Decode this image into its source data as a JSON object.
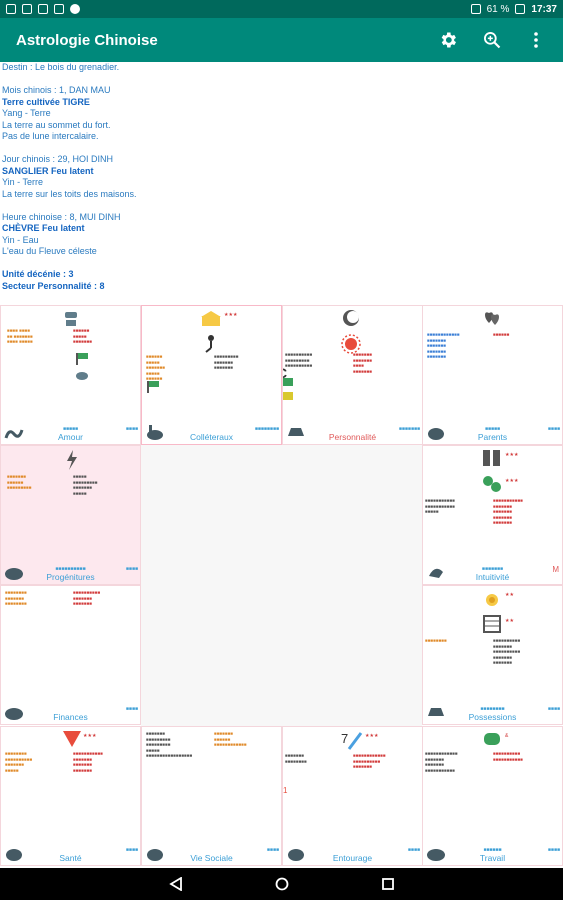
{
  "status_bar": {
    "battery": "61 %",
    "time": "17:37"
  },
  "app": {
    "title": "Astrologie Chinoise"
  },
  "icons": {
    "settings": "gear-icon",
    "zoom": "zoom-in-icon",
    "menu": "more-vert-icon"
  },
  "info": {
    "destin": "Destin : Le bois du grenadier.",
    "mois_title": "Mois chinois : 1, DAN MAU",
    "mois_bold": "Terre cultivée TIGRE",
    "mois_l1": "Yang - Terre",
    "mois_l2": "La terre au sommet du fort.",
    "mois_l3": "Pas de lune intercalaire.",
    "jour_title": "Jour chinois : 29, HOI DINH",
    "jour_bold": "SANGLIER Feu latent",
    "jour_l1": "Yin - Terre",
    "jour_l2": "La terre sur les toits des maisons.",
    "heure_title": "Heure chinoise : 8, MUI DINH",
    "heure_bold": "CHÈVRE Feu latent",
    "heure_l1": "Yin - Eau",
    "heure_l2": "L'eau du Fleuve céleste",
    "unite": "Unité décénie : 3",
    "secteur": "Secteur Personnalité : 8"
  },
  "cells": {
    "amour": "Amour",
    "colleteraux": "Colléteraux",
    "personnalite": "Personnalité",
    "parents": "Parents",
    "progenitures": "Progénitures",
    "intuitivite": "Intuitivité",
    "finances": "Finances",
    "possessions": "Possessions",
    "sante": "Santé",
    "vie_sociale": "Vie Sociale",
    "entourage": "Entourage",
    "travail": "Travail"
  },
  "colors": {
    "appbar": "#00897b",
    "statusbar": "#00695c",
    "pink": "#fde8ee",
    "accent": "#3c9fd6"
  }
}
